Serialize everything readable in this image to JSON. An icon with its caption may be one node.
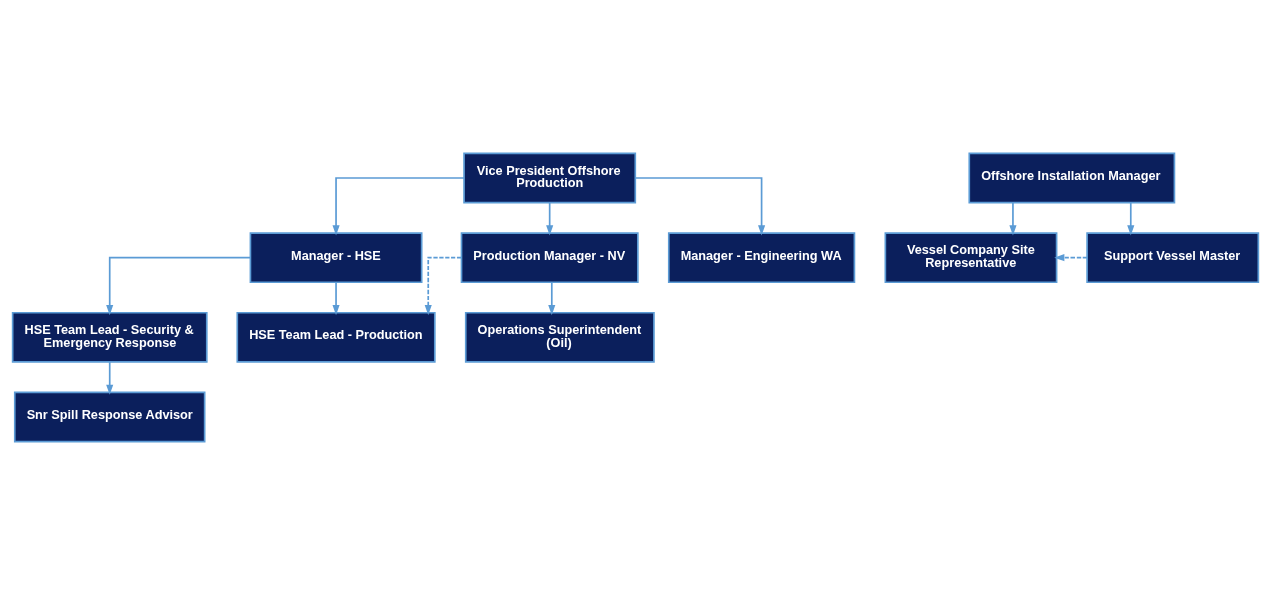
{
  "diagram": {
    "nodes": [
      {
        "text": [
          "Vice President Offshore Production"
        ]
      },
      {
        "text": [
          "Manager - HSE"
        ]
      },
      {
        "text": [
          "Production Manager - NV"
        ]
      },
      {
        "text": [
          "Manager - Engineering WA"
        ]
      },
      {
        "text": [
          "HSE Team Lead - Security & Emergency Response"
        ]
      },
      {
        "text": [
          "HSE Team Lead - Production"
        ]
      },
      {
        "text": [
          "Operations Superintendent (Oil)"
        ]
      },
      {
        "text": [
          "Snr Spill Response Advisor"
        ]
      },
      {
        "text": [
          "Offshore Installation Manager"
        ]
      },
      {
        "text": [
          "Vessel Company Site Representative"
        ]
      },
      {
        "text": [
          "Support Vessel Master"
        ]
      }
    ],
    "edges": [
      {
        "from": 0,
        "to": 1,
        "arrow": "to"
      },
      {
        "from": 0,
        "to": 2,
        "arrow": "to"
      },
      {
        "from": 0,
        "to": 3,
        "arrow": "to"
      },
      {
        "from": 1,
        "to": 4,
        "arrow": "to"
      },
      {
        "from": 1,
        "to": 5,
        "arrow": "to"
      },
      {
        "from": 2,
        "to": 5,
        "arrow": "to",
        "style": "dashed"
      },
      {
        "from": 2,
        "to": 6,
        "arrow": "to"
      },
      {
        "from": 4,
        "to": 7,
        "arrow": "to"
      },
      {
        "from": 8,
        "to": 9,
        "arrow": "to"
      },
      {
        "from": 8,
        "to": 10,
        "arrow": "to"
      },
      {
        "from": 10,
        "to": 9,
        "arrow": "to",
        "style": "dashed"
      }
    ]
  }
}
